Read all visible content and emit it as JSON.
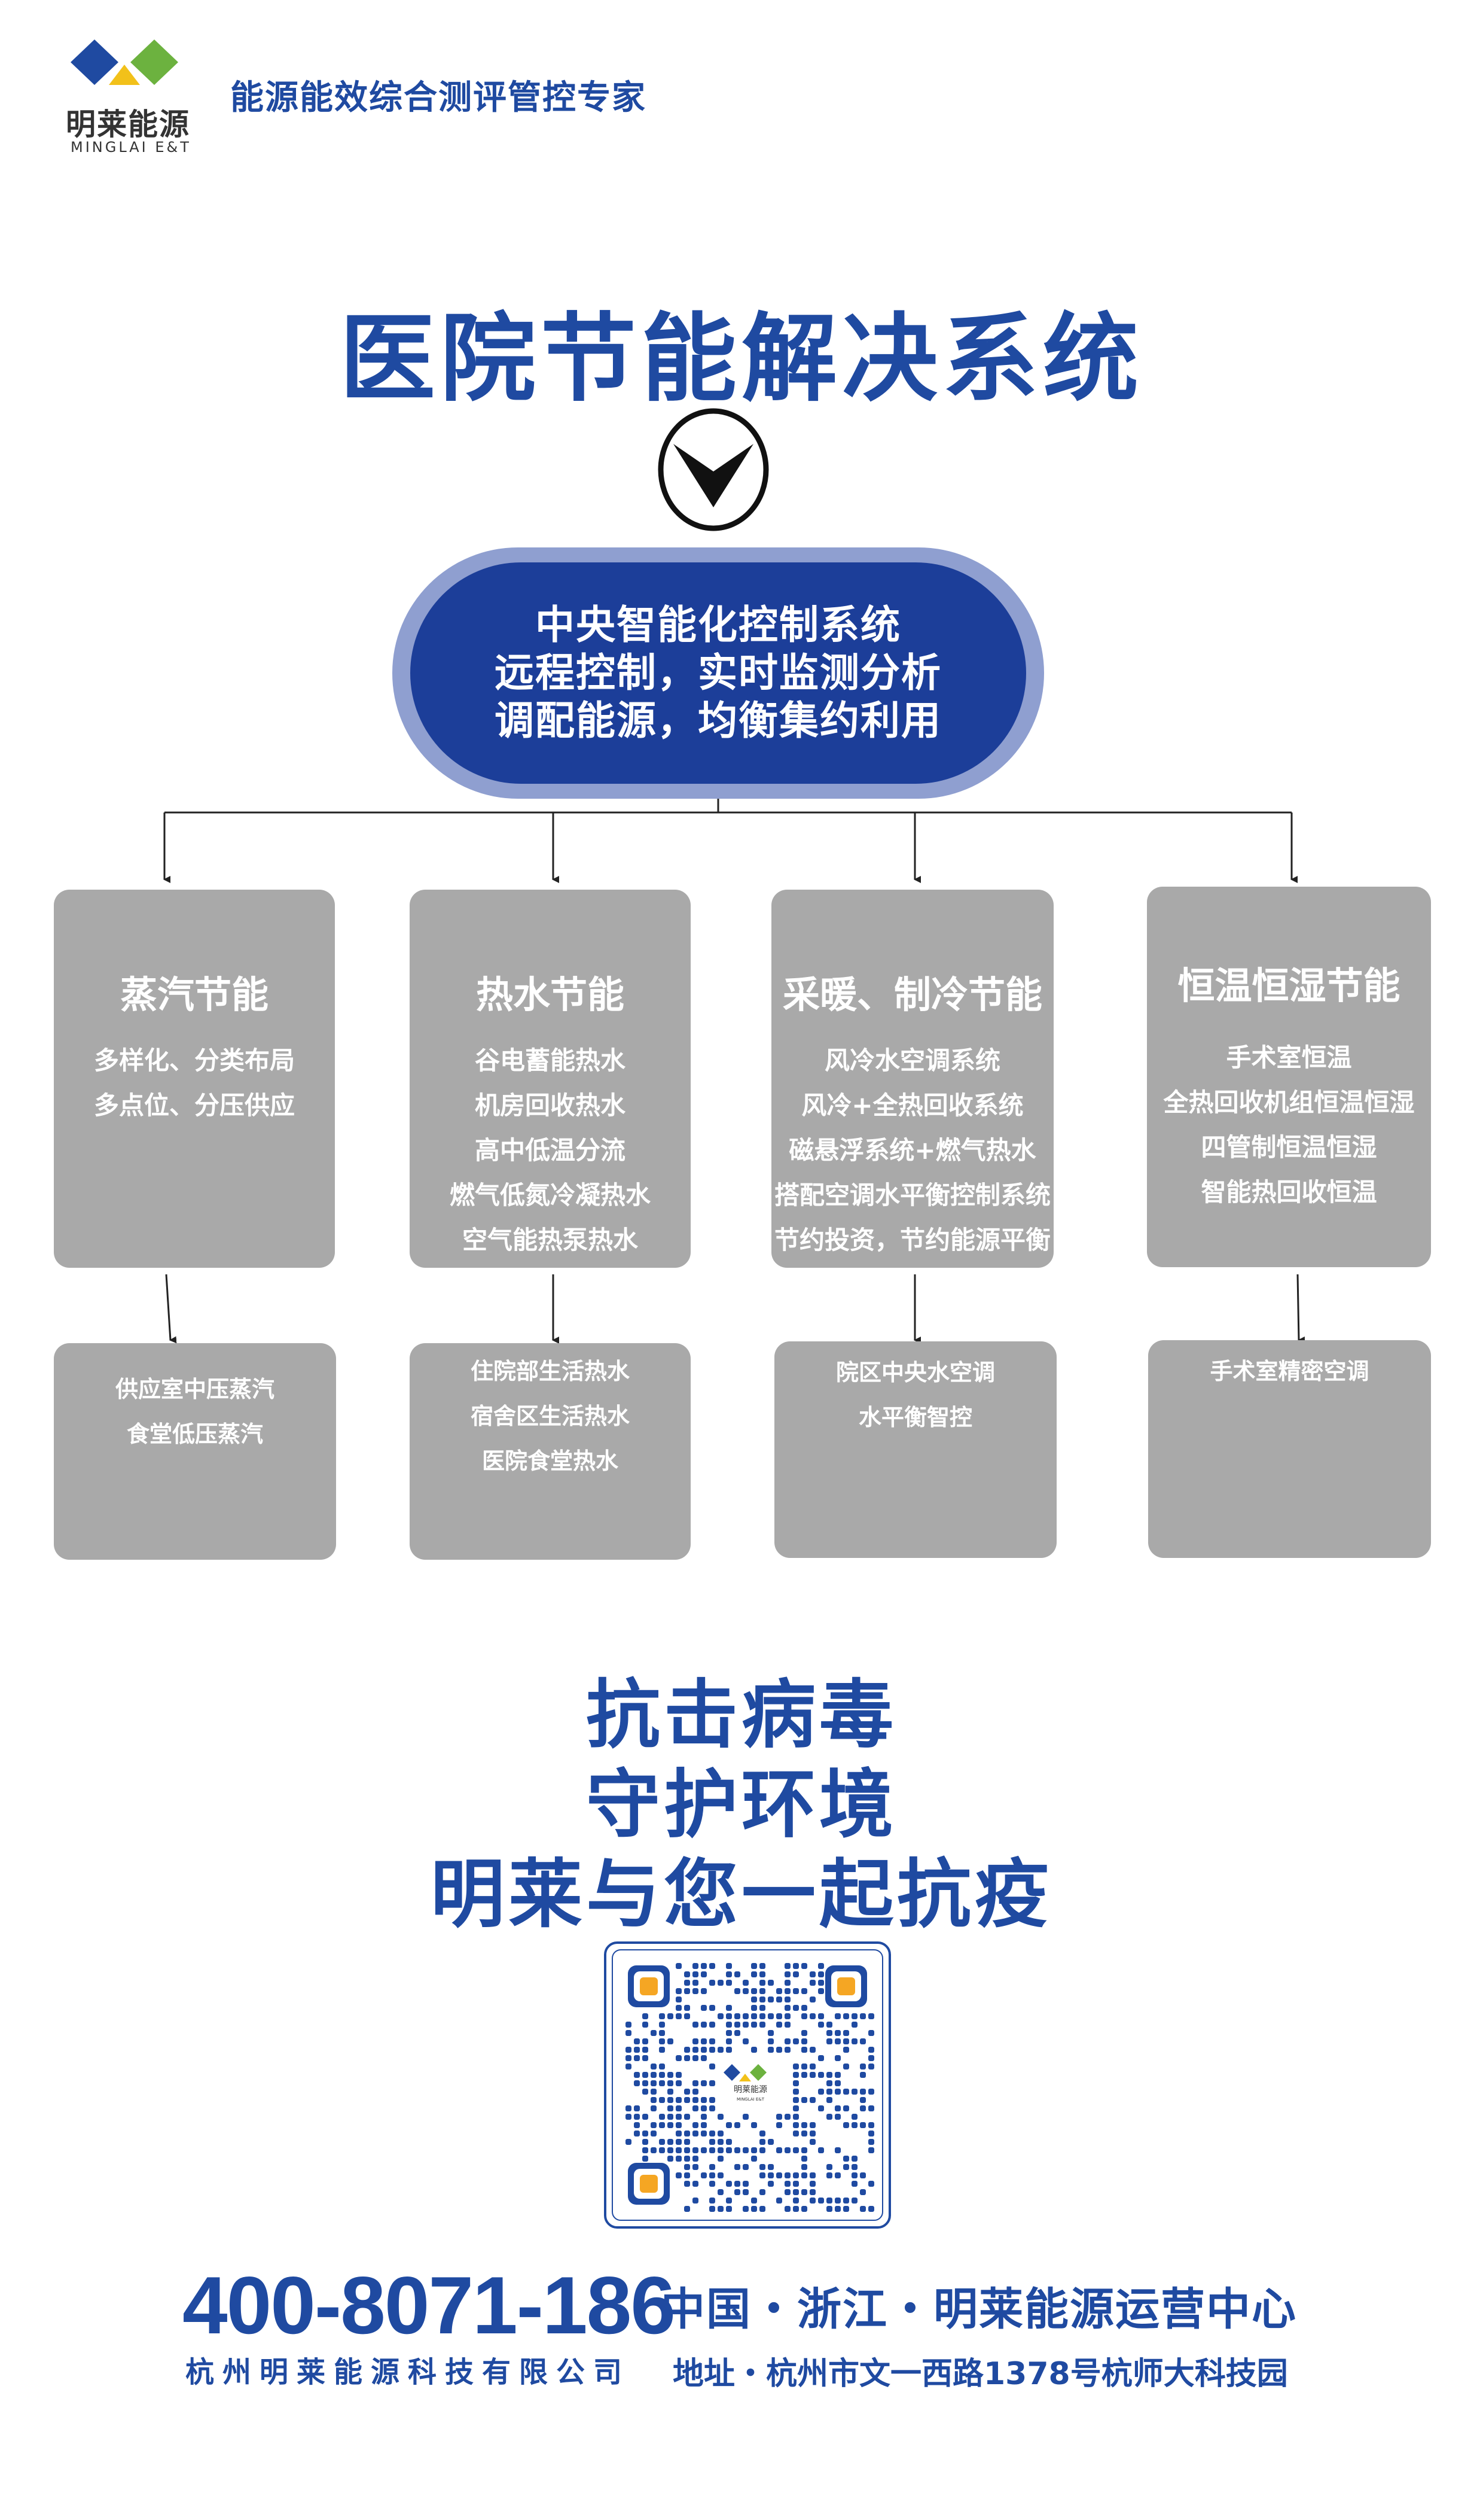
{
  "header": {
    "logo_cn": "明莱能源",
    "logo_en": "MINGLAI E&T",
    "slogan": "能源能效综合测评管控专家",
    "colors": {
      "blue": "#1f4aa1",
      "green": "#6cb23f",
      "yellow": "#f2c11a"
    }
  },
  "main_title": "医院节能解决系统",
  "arrow_icon": "down-arrow-circle-icon",
  "central": {
    "lines": [
      "中央智能化控制系统",
      "远程控制，实时监测分析",
      "调配能源，均衡集约利用"
    ]
  },
  "categories": [
    {
      "title": "蒸汽节能",
      "items": [
        "多样化、分类布局",
        "多点位、分压供应"
      ],
      "sub": [
        "供应室中压蒸汽",
        "食堂低压蒸汽"
      ]
    },
    {
      "title": "热水节能",
      "items": [
        "谷电蓄能热水",
        "机房回收热水",
        "高中低温分流",
        "燃气低氮冷凝热水",
        "空气能热泵热水"
      ],
      "sub": [
        "住院部生活热水",
        "宿舍区生活热水",
        "医院食堂热水"
      ]
    },
    {
      "title": "采暖、制冷节能",
      "items": [
        "风冷水空调系统",
        "风冷+全热回收系统",
        "磁悬浮系统+燃气热水",
        "搭配空调水平衡控制系统",
        "节约投资，节约能源平衡"
      ],
      "sub": [
        "院区中央水空调",
        "水平衡智控"
      ]
    },
    {
      "title": "恒温恒湿节能",
      "items": [
        "手术室恒温",
        "全热回收机组恒温恒湿",
        "四管制恒温恒湿",
        "智能热回收恒温"
      ],
      "sub": [
        "手术室精密空调"
      ]
    }
  ],
  "fight": [
    "抗击病毒",
    "守护环境",
    "明莱与您一起抗疫"
  ],
  "qr": {
    "center_label": "明莱能源",
    "center_label_en": "MINGLAI E&T"
  },
  "footer": {
    "phone": "400-8071-186",
    "company": "杭州明莱能源科技有限公司",
    "center_name": "中国・浙江・明莱能源运营中心",
    "address": "地址・杭州市文一西路1378号杭师大科技园"
  }
}
